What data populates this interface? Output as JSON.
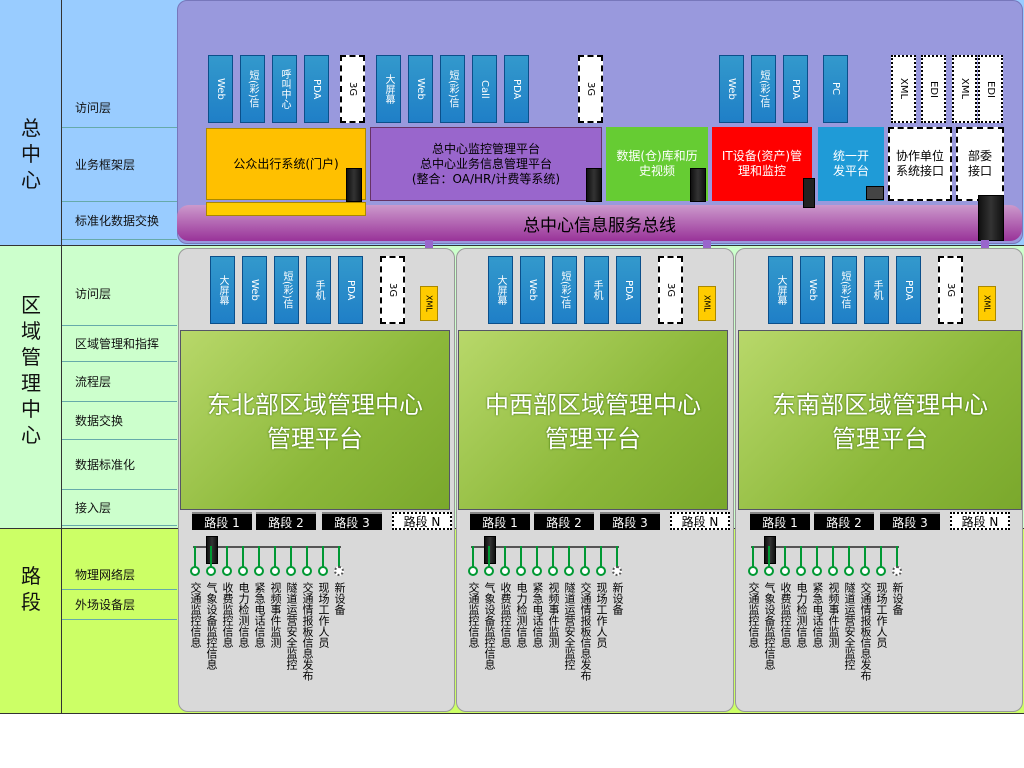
{
  "sections": {
    "hq": "总中心",
    "region": "区域管理中心",
    "road": "路段"
  },
  "layers": {
    "hq": [
      "访问层",
      "业务框架层",
      "标准化数据交换"
    ],
    "region": [
      "访问层",
      "区域管理和指挥",
      "流程层",
      "数据交换",
      "数据标准化",
      "接入层"
    ],
    "road": [
      "物理网络层",
      "外场设备层"
    ]
  },
  "hq_channels": [
    "Web",
    "短(彩)信",
    "呼叫中心",
    "PDA",
    "3G",
    "大屏幕",
    "Web",
    "短(彩)信",
    "Call",
    "PDA",
    "3G",
    "Web",
    "短(彩)信",
    "PDA",
    "PC",
    "XML",
    "EDI",
    "XML",
    "EDI"
  ],
  "hq_systems": {
    "public": "公众出行系统(门户)",
    "monitor_l1": "总中心监控管理平台",
    "monitor_l2": "总中心业务信息管理平台",
    "monitor_l3": "(整合：OA/HR/计费等系统)",
    "db": "数据(仓)库和历史视频",
    "it": "IT设备(资产)管理和监控",
    "open": "统一开发平台",
    "partner": "协作单位系统接口",
    "ministry": "部委接口"
  },
  "bus_label": "总中心信息服务总线",
  "region_channels": [
    "大屏幕",
    "Web",
    "短(彩)信",
    "手机",
    "PDA",
    "3G"
  ],
  "xml_tag": "XML",
  "regions": [
    {
      "line1": "东北部区域管理中心",
      "line2": "管理平台"
    },
    {
      "line1": "中西部区域管理中心",
      "line2": "管理平台"
    },
    {
      "line1": "东南部区域管理中心",
      "line2": "管理平台"
    }
  ],
  "roads": [
    "路段 1",
    "路段 2",
    "路段 3",
    "路段 N"
  ],
  "devices": [
    "交通监控信息",
    "气象设备监控信息",
    "收费监控信息",
    "电力检测信息",
    "紧急电话信息",
    "视频事件监测",
    "隧道运营安全监控",
    "交通情报板信息发布",
    "现场工作人员",
    "新设备"
  ],
  "colors": {
    "hq_bg": "#99ccff",
    "region_bg": "#ccffcc",
    "road_bg": "#ccff66",
    "panel": "#9999dd",
    "public": "#ffc000",
    "monitor": "#9966cc",
    "db": "#66cc33",
    "it": "#ff0000",
    "open": "#1f9bd7"
  }
}
